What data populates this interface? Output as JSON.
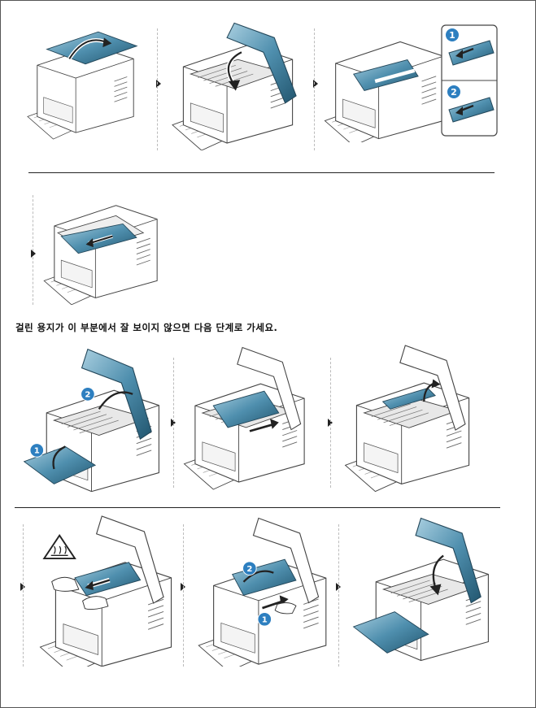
{
  "instruction_text": "걸린 용지가 이 부분에서 잘 보이지 않으면 다음 단계로 가세요.",
  "colors": {
    "accent": "#2f6c8a",
    "accent_light": "#7fb0c8",
    "outline": "#444444",
    "badge": "#2d7fc0"
  },
  "badges": {
    "step1": "1",
    "step2": "2"
  },
  "icons": [
    "hot-surface-warning-icon",
    "step-arrow-icon"
  ]
}
